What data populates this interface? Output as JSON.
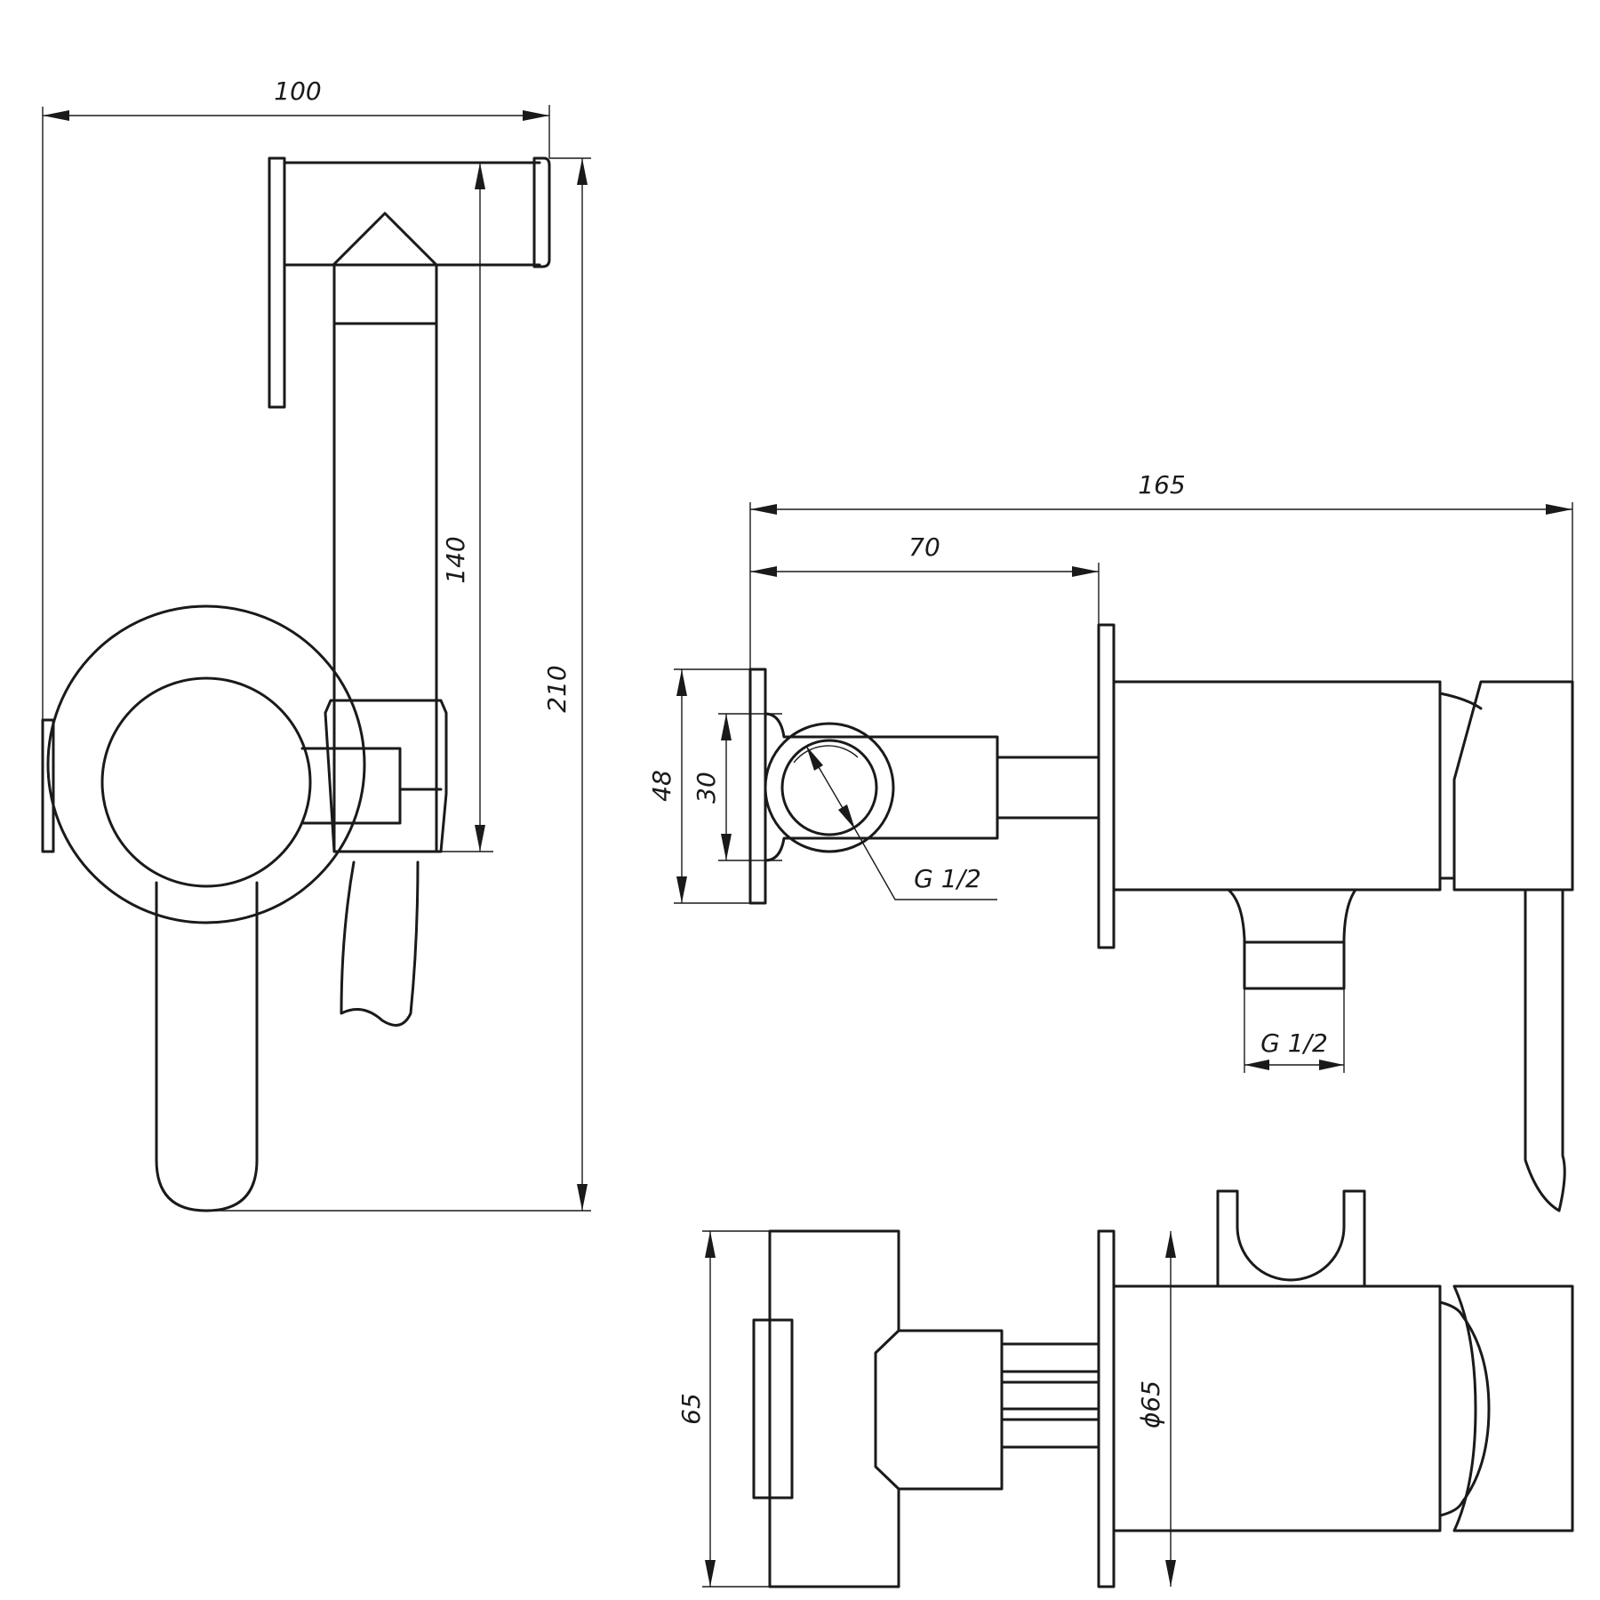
{
  "dimensions": {
    "overall_width": "100",
    "overall_height": "210",
    "spout_height": "140",
    "side_length": "165",
    "wall_offset": "70",
    "inlet_flange": "48",
    "inlet_centers": "30",
    "inlet_thread": "G 1/2",
    "outlet_thread": "G 1/2",
    "bottom_depth": "65",
    "rosette_diameter": "ϕ65"
  },
  "colors": {
    "line": "#1a1a1a",
    "background": "#ffffff"
  }
}
